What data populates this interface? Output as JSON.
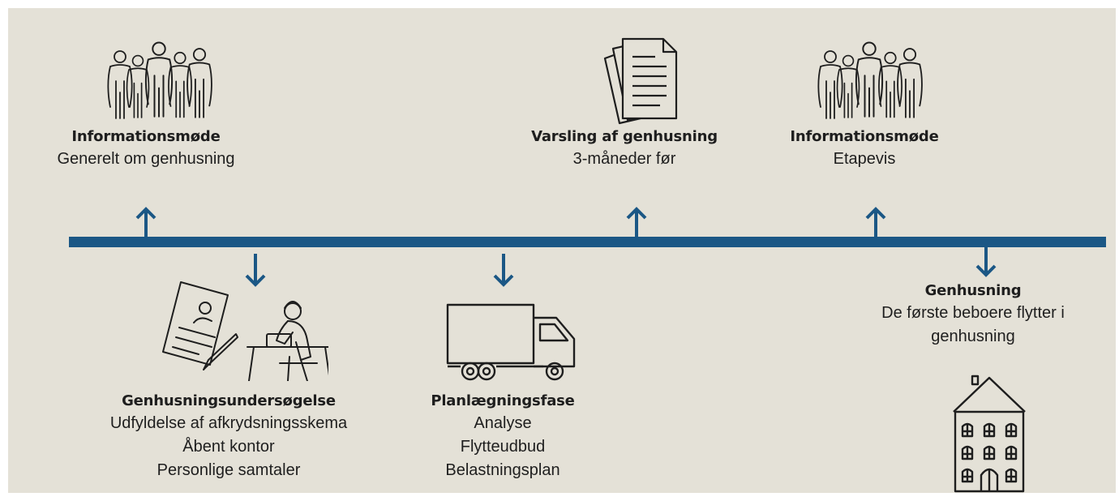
{
  "colors": {
    "background": "#e4e1d7",
    "timeline": "#1b5785",
    "text": "#1e1e1e"
  },
  "events": [
    {
      "title": "Informationsmøde",
      "lines": [
        "Generelt om genhusning"
      ],
      "icon": "people-group-icon"
    },
    {
      "title": "Genhusningsundersøgelse",
      "lines": [
        "Udfyldelse af afkrydsningsskema",
        "Åbent kontor",
        "Personlige samtaler"
      ],
      "icon": "survey-form-icon"
    },
    {
      "title": "Planlægningsfase",
      "lines": [
        "Analyse",
        "Flytteudbud",
        "Belastningsplan"
      ],
      "icon": "moving-truck-icon"
    },
    {
      "title": "Varsling af genhusning",
      "lines": [
        "3-måneder før"
      ],
      "icon": "documents-icon"
    },
    {
      "title": "Informationsmøde",
      "lines": [
        "Etapevis"
      ],
      "icon": "people-group-icon"
    },
    {
      "title": "Genhusning",
      "lines": [
        "De første beboere flytter i",
        "genhusning"
      ],
      "icon": "apartment-building-icon"
    }
  ]
}
